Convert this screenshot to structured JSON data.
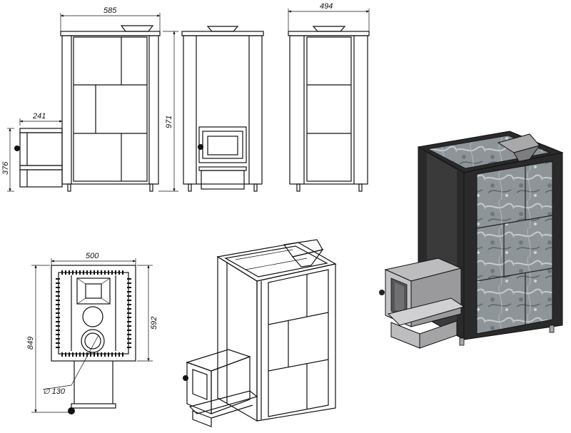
{
  "dimensions": {
    "front_width": "585",
    "side_width": "494",
    "height": "971",
    "firebox_extension": "241",
    "firebox_height": "376",
    "plan_width": "500",
    "plan_depth_inner": "592",
    "plan_depth_total": "849",
    "flue_diameter": "∅ 130"
  },
  "colors": {
    "line": "#111111",
    "stone_base": "#8e9599",
    "stone_light": "#c6cbcd",
    "casing_dark": "#2a2a2a",
    "metal_grey": "#a9a9ab"
  }
}
